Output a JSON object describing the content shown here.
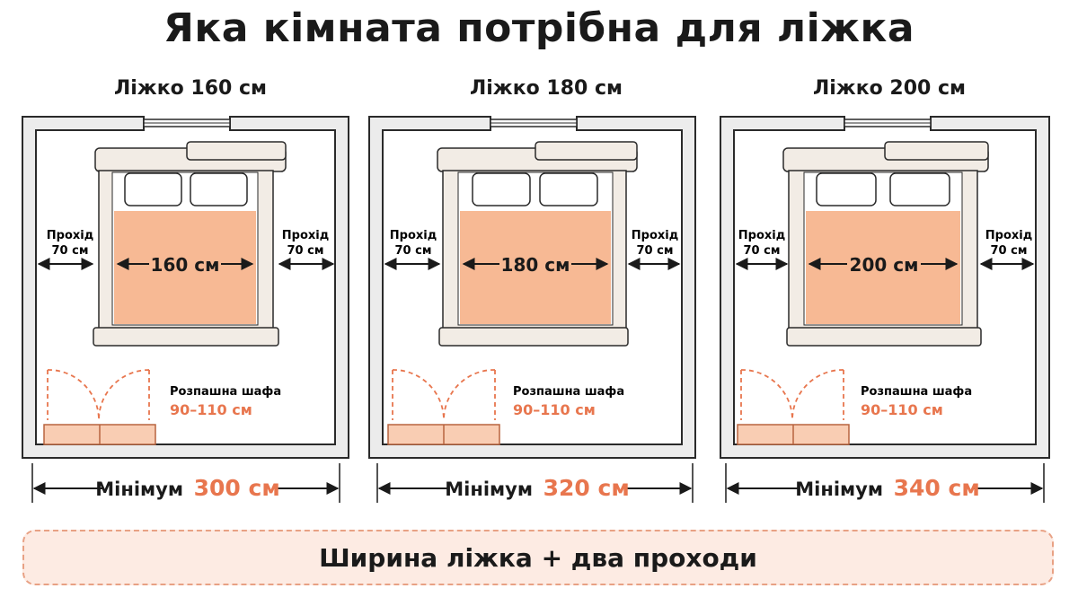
{
  "title": "Яка кімната потрібна для ліжка",
  "passage_label": "Прохід",
  "passage_value": "70 см",
  "wardrobe_label": "Розпашна шафа",
  "wardrobe_value": "90–110 см",
  "minimum_label": "Мінімум",
  "footer_text": "Ширина ліжка + два проходи",
  "colors": {
    "accent": "#e8764e",
    "mattress": "#f7b994",
    "frame": "#f2ece5",
    "wardrobe": "#f9cdb3",
    "footer_bg": "#fdebe3"
  },
  "rooms": [
    {
      "bed_title": "Ліжко 160 см",
      "bed_width": "160 см",
      "minimum_value": "300 см"
    },
    {
      "bed_title": "Ліжко 180 см",
      "bed_width": "180 см",
      "minimum_value": "320 см"
    },
    {
      "bed_title": "Ліжко 200 см",
      "bed_width": "200 см",
      "minimum_value": "340 см"
    }
  ]
}
